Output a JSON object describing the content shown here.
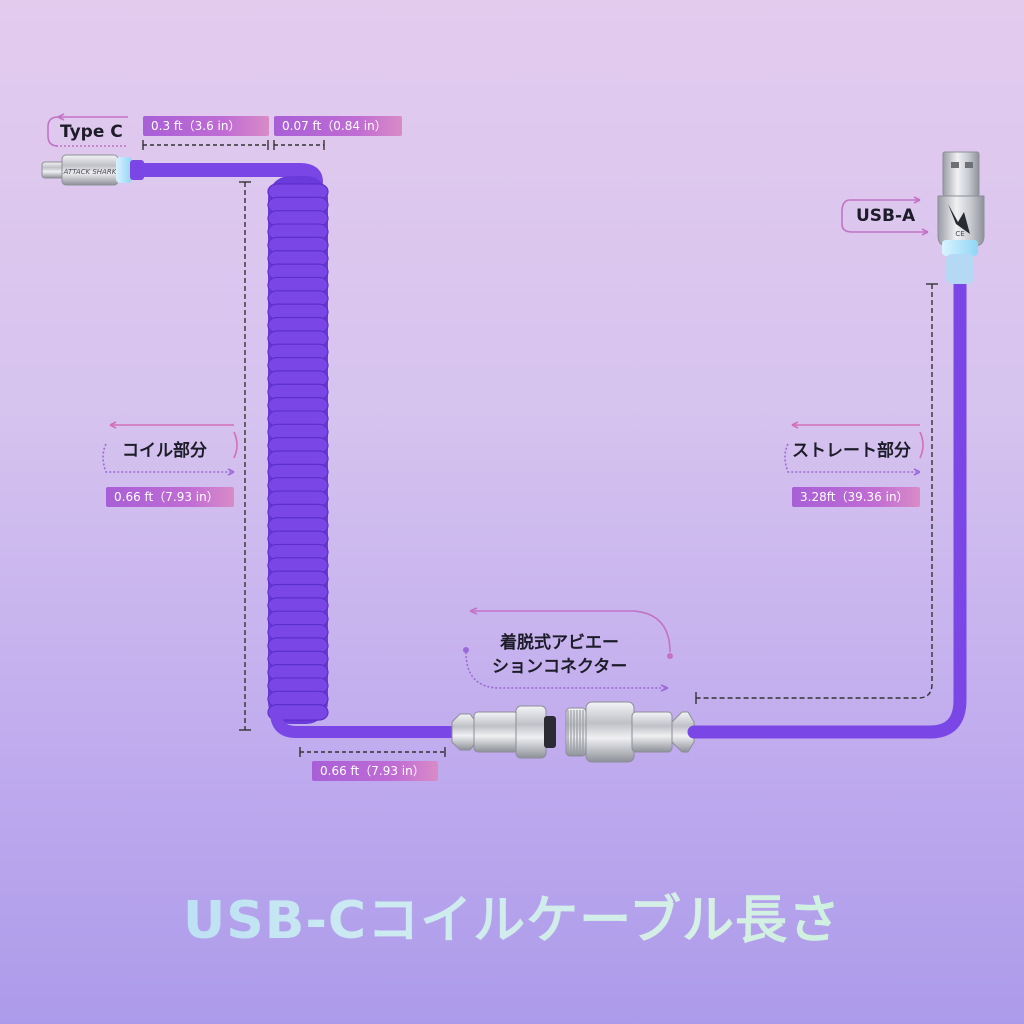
{
  "labels": {
    "type_c": "Type C",
    "usb_a": "USB-A",
    "coil_section": "コイル部分",
    "straight_section": "ストレート部分",
    "connector_line1": "着脱式アビエー",
    "connector_line2": "ションコネクター"
  },
  "measurements": {
    "type_c_plug": "0.3 ft（3.6 in）",
    "type_c_gap": "0.07 ft（0.84 in）",
    "coil_length": "0.66 ft（7.93 in）",
    "straight_length": "3.28ft（39.36 in）",
    "connector_lead": "0.66 ft（7.93 in）"
  },
  "logo": {
    "brand_text": "ATTACK SHARK",
    "ce_mark": "CE"
  },
  "title": "USB-Cコイルケーブル長さ",
  "colors": {
    "cable": "#7a47e6",
    "cable_dark": "#5c2fc9",
    "tag_start": "#a85fd6",
    "tag_end": "#d98bc6",
    "arrow_pink": "#d36fb9",
    "arrow_purple": "#9b6ad8"
  }
}
